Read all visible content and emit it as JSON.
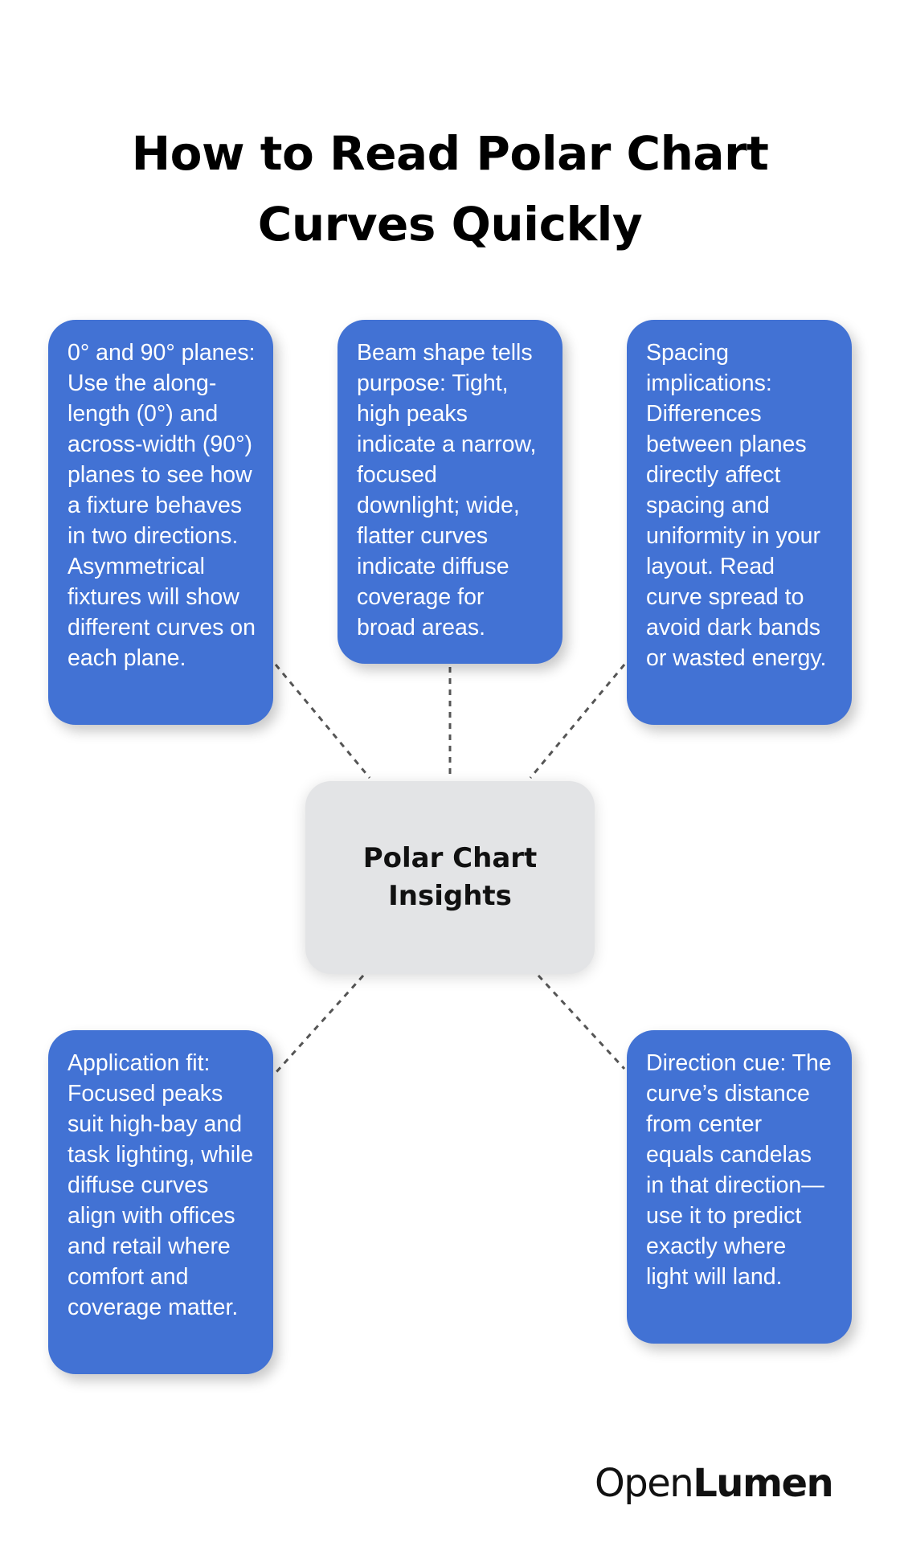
{
  "title": {
    "line1": "How to Read Polar Chart",
    "line2": "Curves Quickly"
  },
  "center": {
    "label": "Polar Chart Insights"
  },
  "boxes": [
    {
      "text": "0° and 90° planes: Use the along-length (0°) and across-width (90°) planes to see how a fixture behaves in two directions. Asymmetrical fixtures will show different curves on each plane."
    },
    {
      "text": "Beam shape tells purpose: Tight, high peaks indicate a narrow, focused downlight; wide, flatter curves indicate diffuse coverage for broad areas."
    },
    {
      "text": "Spacing implications: Differences between planes directly affect spacing and uniformity in your layout. Read curve spread to avoid dark bands or wasted energy."
    },
    {
      "text": "Application fit: Focused peaks suit high-bay and task lighting, while diffuse curves align with offices and retail where comfort and coverage matter."
    },
    {
      "text": "Direction cue: The curve’s distance from center equals candelas in that direction—use it to predict exactly where light will land."
    }
  ],
  "logo": {
    "part1": "Open",
    "part2": "Lumen"
  },
  "colors": {
    "box_fill": "#4272d4",
    "center_fill": "#e3e4e6",
    "connector": "#555555"
  }
}
